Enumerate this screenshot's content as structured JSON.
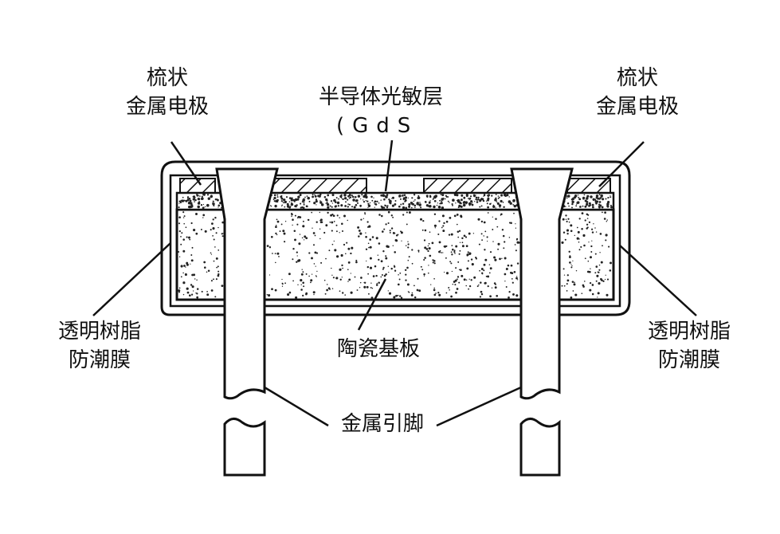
{
  "labels": {
    "comb_electrode_left": [
      "梳状",
      "金属电极"
    ],
    "semiconductor_layer": [
      "半导体光敏层",
      "(GdS"
    ],
    "comb_electrode_right": [
      "梳状",
      "金属电极"
    ],
    "moisture_film_left": [
      "透明树脂",
      "防潮膜"
    ],
    "ceramic_substrate": "陶瓷基板",
    "moisture_film_right": [
      "透明树脂",
      "防潮膜"
    ],
    "metal_leads": "金属引脚"
  },
  "colors": {
    "line": "#111111",
    "background": "#ffffff",
    "dots": "#222222"
  }
}
